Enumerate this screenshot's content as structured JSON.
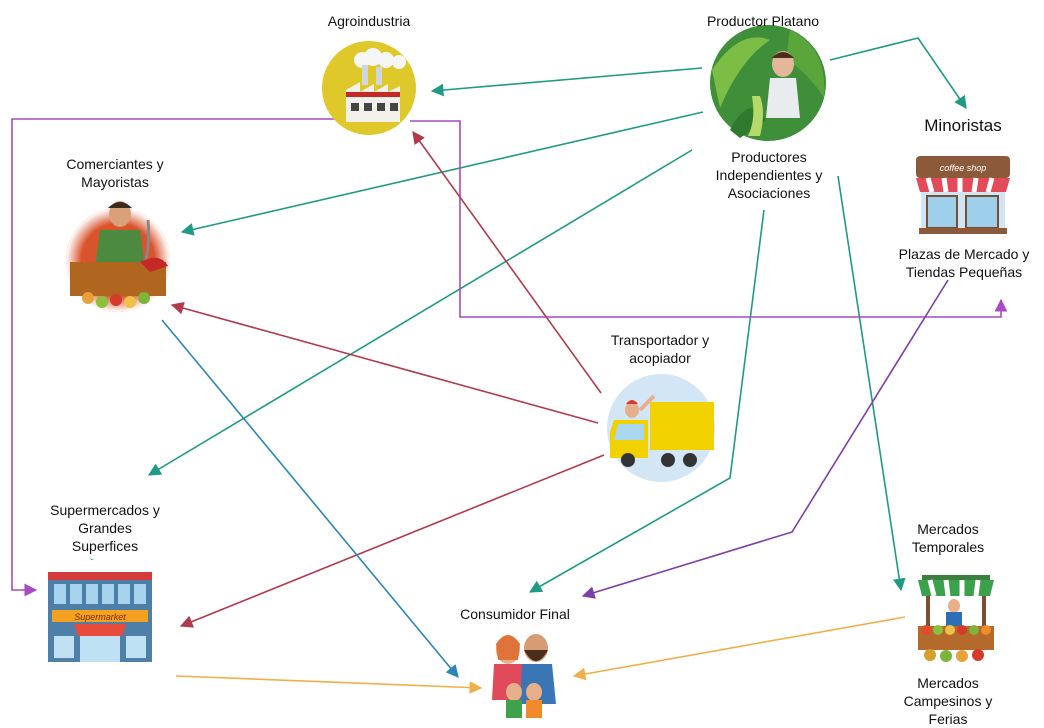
{
  "nodes": {
    "agroindustria": {
      "label": "Agroindustria"
    },
    "productor": {
      "title": "Productor Platano",
      "subtitle": [
        "Productores",
        "Independientes y",
        "Asociaciones"
      ]
    },
    "minoristas": {
      "title": "Minoristas",
      "subtitle": [
        "Plazas de Mercado y",
        "Tiendas  Pequeñas"
      ],
      "sign_text": "coffee shop"
    },
    "comerciantes": {
      "label": [
        "Comerciantes y",
        "Mayoristas"
      ]
    },
    "transportador": {
      "label": [
        "Transportador y",
        "acopiador"
      ]
    },
    "supermercados": {
      "label": [
        "Supermercados y",
        "Grandes",
        "Superfices"
      ],
      "sign_text": "Supermarket"
    },
    "consumidor": {
      "label": "Consumidor Final"
    },
    "mercados": {
      "title": [
        "Mercados",
        "Temporales"
      ],
      "subtitle": [
        "Mercados",
        "Campesinos y",
        "Ferias"
      ]
    }
  },
  "colors": {
    "teal": "#1f9a84",
    "purple": "#a64bc2",
    "crimson": "#b23a4d",
    "blue": "#2a86b6",
    "orange": "#efb04a",
    "violet": "#7c3fa8"
  },
  "edges": [
    {
      "from": "Productor Platano",
      "to": "Agroindustria",
      "color": "teal"
    },
    {
      "from": "Productor Platano",
      "to": "Minoristas",
      "color": "teal"
    },
    {
      "from": "Productor Platano",
      "to": "Comerciantes y Mayoristas",
      "color": "teal"
    },
    {
      "from": "Productor Platano",
      "to": "Supermercados y Grandes Superfices",
      "color": "teal"
    },
    {
      "from": "Productor Platano",
      "to": "Consumidor Final",
      "color": "teal"
    },
    {
      "from": "Productor Platano",
      "to": "Mercados Temporales",
      "color": "teal"
    },
    {
      "from": "Agroindustria",
      "to": "Supermercados y Grandes Superfices",
      "color": "purple"
    },
    {
      "from": "Agroindustria",
      "to": "Minoristas",
      "color": "purple"
    },
    {
      "from": "Transportador y acopiador",
      "to": "Agroindustria",
      "color": "crimson"
    },
    {
      "from": "Transportador y acopiador",
      "to": "Comerciantes y Mayoristas",
      "color": "crimson"
    },
    {
      "from": "Transportador y acopiador",
      "to": "Supermercados y Grandes Superfices",
      "color": "crimson"
    },
    {
      "from": "Comerciantes y Mayoristas",
      "to": "Consumidor Final",
      "color": "blue"
    },
    {
      "from": "Supermercados y Grandes Superfices",
      "to": "Consumidor Final",
      "color": "orange"
    },
    {
      "from": "Mercados Campesinos y Ferias",
      "to": "Consumidor Final",
      "color": "orange"
    },
    {
      "from": "Minoristas",
      "to": "Consumidor Final",
      "color": "violet"
    }
  ]
}
